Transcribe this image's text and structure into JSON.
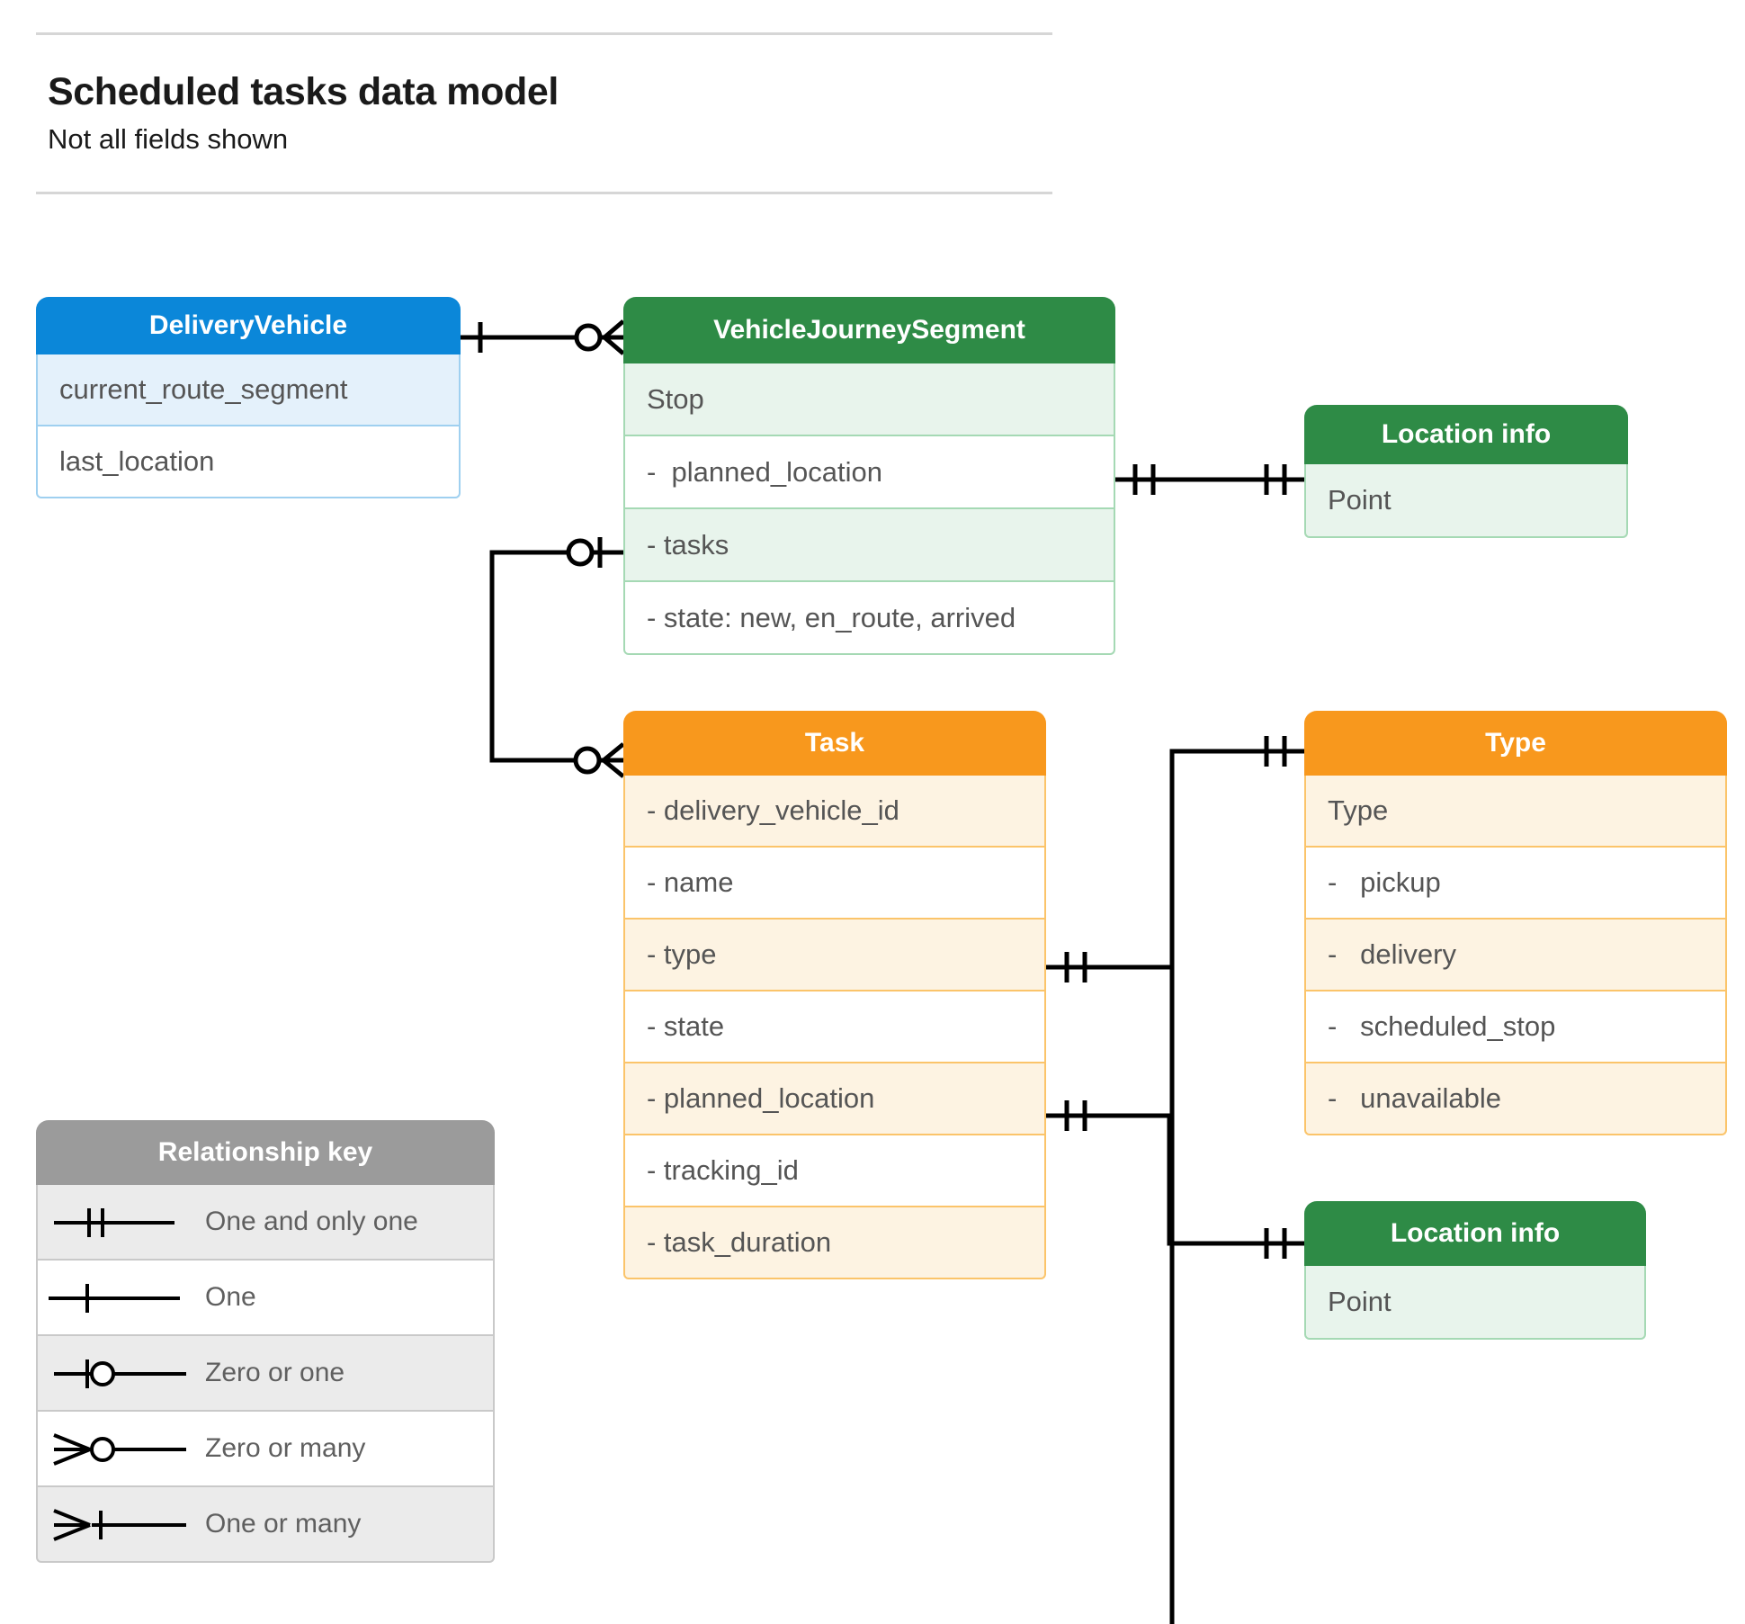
{
  "header": {
    "title": "Scheduled tasks data model",
    "subtitle": "Not all fields shown"
  },
  "colors": {
    "blue_header": "#0b87d9",
    "blue_row": "#e4f1fb",
    "blue_border": "#9fd0f0",
    "green_header": "#2e8b46",
    "green_row": "#e8f4ec",
    "green_border": "#a5d9b4",
    "orange_header": "#f8981d",
    "orange_row": "#fdf3e2",
    "orange_border": "#fbc46a",
    "grey_header": "#9b9b9b",
    "grey_row": "#ebebeb",
    "line": "#000000",
    "text": "#555555"
  },
  "entities": {
    "delivery_vehicle": {
      "title": "DeliveryVehicle",
      "rows": [
        "current_route_segment",
        "last_location"
      ]
    },
    "vehicle_journey_segment": {
      "title": "VehicleJourneySegment",
      "rows": [
        "Stop",
        "-  planned_location",
        "- tasks",
        "- state: new, en_route, arrived"
      ]
    },
    "location_info_top": {
      "title": "Location info",
      "rows": [
        "Point"
      ]
    },
    "location_info_bottom": {
      "title": "Location info",
      "rows": [
        "Point"
      ]
    },
    "task": {
      "title": "Task",
      "rows": [
        "- delivery_vehicle_id",
        "- name",
        "- type",
        "- state",
        "- planned_location",
        "- tracking_id",
        "- task_duration"
      ]
    },
    "type": {
      "title": "Type",
      "rows": [
        "Type",
        "-   pickup",
        "-   delivery",
        "-   scheduled_stop",
        "-   unavailable"
      ]
    }
  },
  "legend": {
    "title": "Relationship key",
    "items": [
      {
        "label": "One and only one",
        "symbol": "one-and-only-one"
      },
      {
        "label": "One",
        "symbol": "one"
      },
      {
        "label": "Zero or one",
        "symbol": "zero-or-one"
      },
      {
        "label": "Zero or many",
        "symbol": "zero-or-many"
      },
      {
        "label": "One or many",
        "symbol": "one-or-many"
      }
    ]
  },
  "relationships": [
    {
      "name": "deliveryvehicle-to-vehiclejourneysegment",
      "from": "DeliveryVehicle",
      "from_cardinality": "one",
      "to": "VehicleJourneySegment",
      "to_cardinality": "zero-or-many"
    },
    {
      "name": "vehiclejourneysegment-plannedlocation-to-locationinfo",
      "from": "VehicleJourneySegment.planned_location",
      "from_cardinality": "one-and-only-one",
      "to": "Location info",
      "to_cardinality": "one-and-only-one"
    },
    {
      "name": "vehiclejourneysegment-tasks-to-task",
      "from": "VehicleJourneySegment.tasks",
      "from_cardinality": "zero-or-one",
      "to": "Task",
      "to_cardinality": "zero-or-many"
    },
    {
      "name": "task-type-to-type",
      "from": "Task.type",
      "from_cardinality": "one-and-only-one",
      "to": "Type",
      "to_cardinality": "one-and-only-one"
    },
    {
      "name": "task-plannedlocation-to-locationinfo",
      "from": "Task.planned_location",
      "from_cardinality": "one-and-only-one",
      "to": "Location info",
      "to_cardinality": "one-and-only-one"
    }
  ]
}
